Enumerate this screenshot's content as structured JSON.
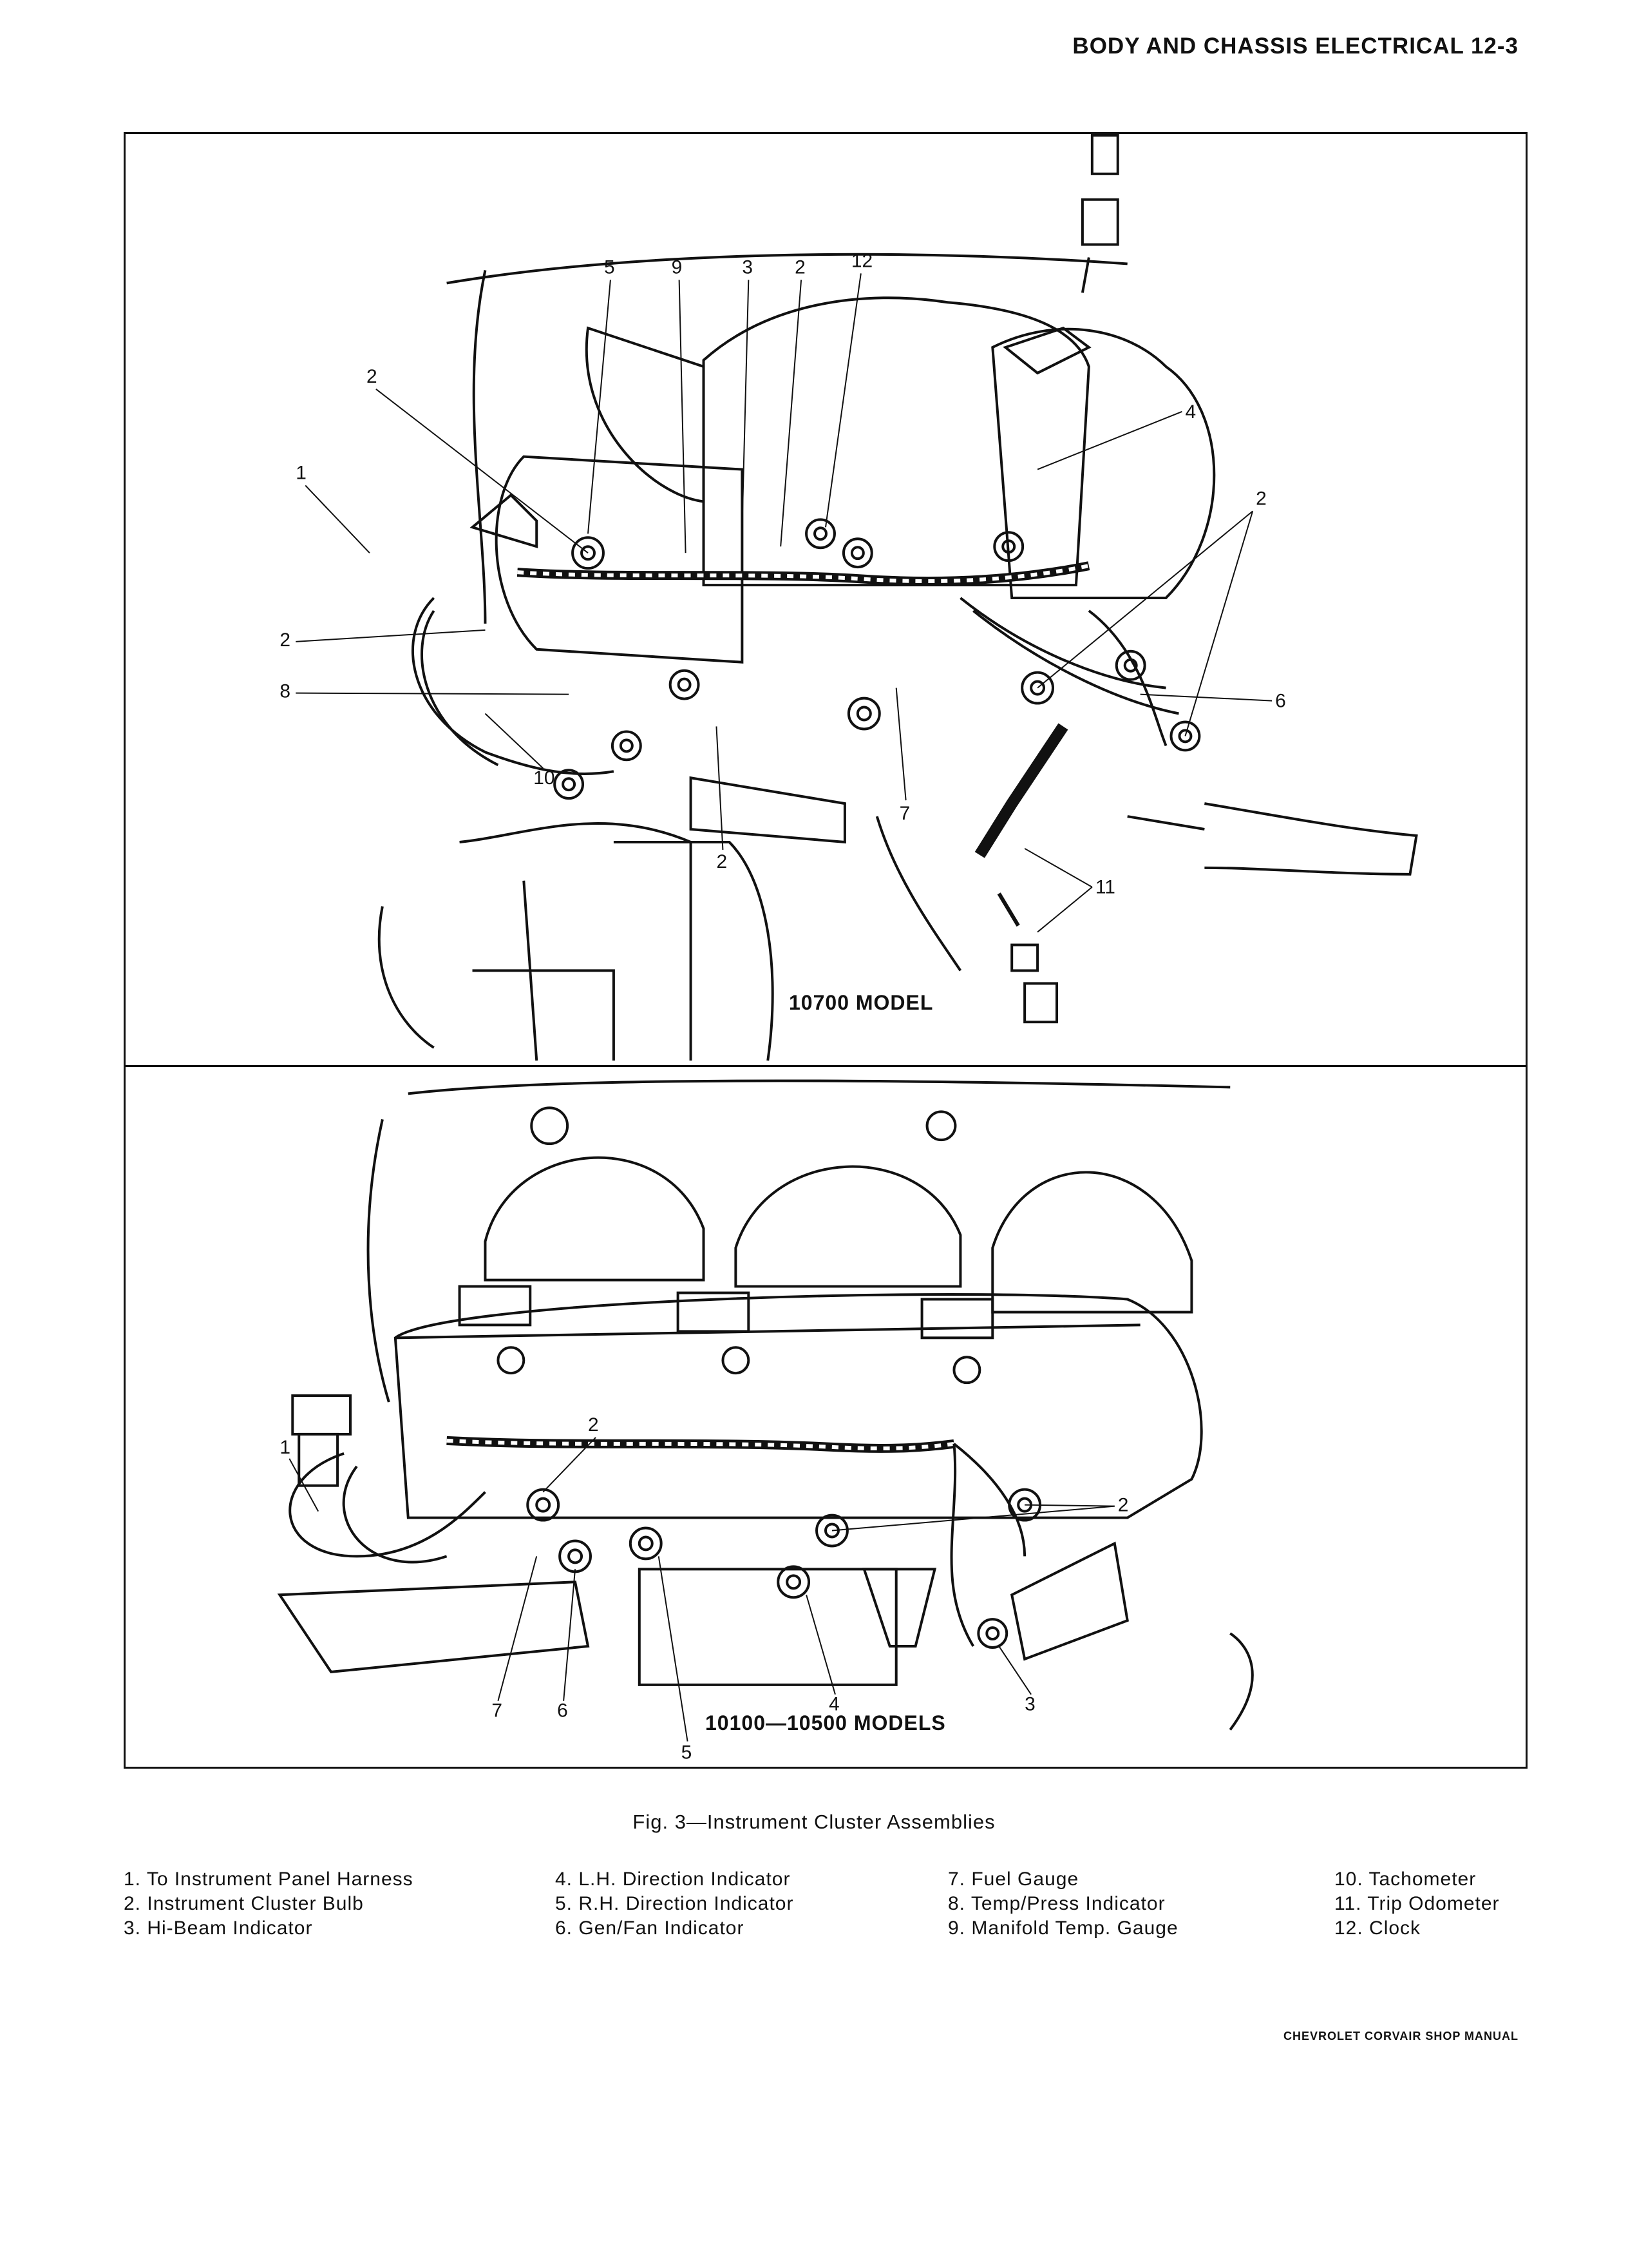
{
  "header": {
    "title": "BODY AND CHASSIS ELECTRICAL 12-3"
  },
  "figure": {
    "top_label": "10700 MODEL",
    "bottom_label": "10100—10500 MODELS",
    "caption": "Fig. 3—Instrument Cluster Assemblies",
    "top_callouts": [
      "1",
      "2",
      "2",
      "8",
      "10",
      "5",
      "9",
      "3",
      "2",
      "12",
      "4",
      "2",
      "6",
      "7",
      "2",
      "11"
    ],
    "bottom_callouts": [
      "1",
      "2",
      "7",
      "6",
      "5",
      "2",
      "4",
      "3"
    ]
  },
  "legend": {
    "columns": [
      [
        "1. To Instrument Panel Harness",
        "2. Instrument Cluster Bulb",
        "3. Hi-Beam Indicator"
      ],
      [
        "4. L.H. Direction Indicator",
        "5. R.H. Direction Indicator",
        "6. Gen/Fan Indicator"
      ],
      [
        "7. Fuel Gauge",
        "8. Temp/Press Indicator",
        "9. Manifold Temp. Gauge"
      ],
      [
        "10. Tachometer",
        "11. Trip Odometer",
        "12. Clock"
      ]
    ]
  },
  "footer": {
    "text": "CHEVROLET CORVAIR SHOP MANUAL"
  }
}
